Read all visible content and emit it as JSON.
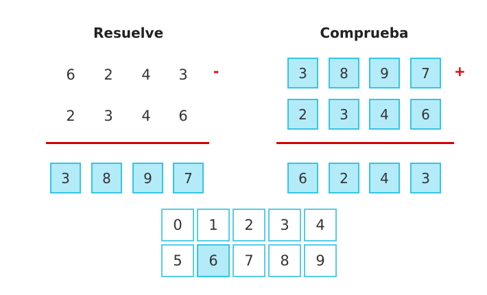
{
  "left": {
    "title": "Resuelve",
    "minuend": [
      "6",
      "2",
      "4",
      "3"
    ],
    "subtrahend": [
      "2",
      "3",
      "4",
      "6"
    ],
    "operator": "-",
    "answer": [
      "3",
      "8",
      "9",
      "7"
    ]
  },
  "right": {
    "title": "Comprueba",
    "addend1": [
      "3",
      "8",
      "9",
      "7"
    ],
    "addend2": [
      "2",
      "3",
      "4",
      "6"
    ],
    "operator": "+",
    "sum": [
      "6",
      "2",
      "4",
      "3"
    ]
  },
  "keypad": {
    "row1": [
      "0",
      "1",
      "2",
      "3",
      "4"
    ],
    "row2": [
      "5",
      "6",
      "7",
      "8",
      "9"
    ],
    "selected": "6"
  },
  "colors": {
    "cell_fill": "#b3ebf9",
    "cell_border": "#33c5e5",
    "line": "#d40000",
    "operator": "#e00000"
  }
}
